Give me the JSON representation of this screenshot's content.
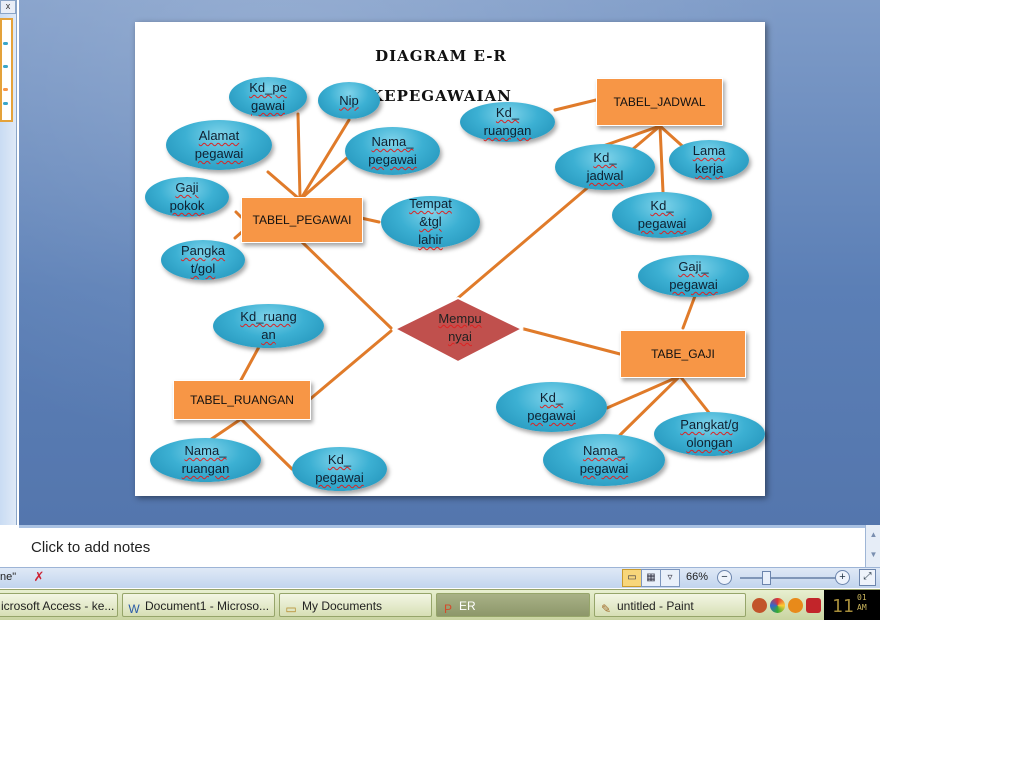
{
  "slide": {
    "title_line1": "DIAGRAM E-R",
    "title_line2": "KEPEGAWAIAN",
    "relationship": "Mempu\nnyai",
    "entities": {
      "pegawai": "TABEL_PEGAWAI",
      "jadwal": "TABEL_JADWAL",
      "gaji": "TABE_GAJI",
      "ruangan": "TABEL_RUANGAN"
    },
    "attributes": {
      "kd_pegawai": "Kd_pe\ngawai",
      "nip": "Nip",
      "alamat_pegawai": "Alamat\npegawai",
      "nama_pegawai": "Nama_\npegawai",
      "gaji_pokok": "Gaji\npokok",
      "tempat_tgl_lahir": "Tempat\n&tgl\nlahir",
      "pangkat_gol": "Pangka\nt/gol",
      "jadwal_kd_ruangan": "Kd_\nruangan",
      "jadwal_kd_jadwal": "Kd_\njadwal",
      "jadwal_lama_kerja": "Lama\nkerja",
      "jadwal_kd_pegawai": "Kd_\npegawai",
      "gaji_gaji_pegawai": "Gaji_\npegawai",
      "gaji_kd_pegawai": "Kd_\npegawai",
      "gaji_nama_pegawai": "Nama_\npegawai",
      "gaji_pangkat_golongan": "Pangkat/g\nolongan",
      "ruangan_kd_ruangan": "Kd_ruang\nan",
      "ruangan_nama_ruangan": "Nama_\nruangan",
      "ruangan_kd_pegawai": "Kd_\npegawai"
    }
  },
  "notes": {
    "placeholder": "Click to add notes"
  },
  "status_bar": {
    "left_text": "ne\"",
    "zoom": "66%",
    "icons": [
      "spelling-icon",
      "normal-view-icon",
      "slide-sorter-icon",
      "slideshow-icon",
      "zoom-out-icon",
      "zoom-in-icon",
      "fit-window-icon"
    ]
  },
  "taskbar": {
    "items": [
      {
        "label": "icrosoft Access - ke...",
        "icon": "access-icon"
      },
      {
        "label": "Document1 - Microso...",
        "icon": "word-icon"
      },
      {
        "label": "My Documents",
        "icon": "folder-icon"
      },
      {
        "label": "ER",
        "icon": "powerpoint-icon",
        "active": true
      },
      {
        "label": "untitled - Paint",
        "icon": "paint-icon"
      }
    ],
    "clock_hour": "11",
    "clock_minute": "01",
    "clock_ampm": "AM"
  },
  "colors": {
    "entity": "#f79646",
    "attribute": "#3cb0d3",
    "relationship": "#c0504d",
    "connector": "#e07b2a",
    "slide_background": "#5b7fb6"
  }
}
